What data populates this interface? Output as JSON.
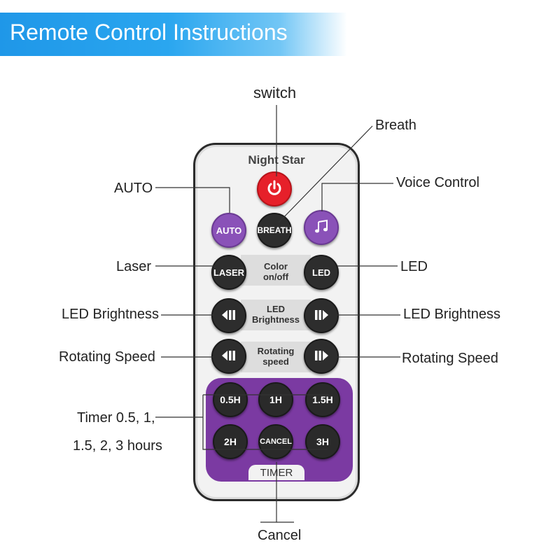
{
  "banner": {
    "title": "Remote Control Instructions"
  },
  "remote": {
    "brand": "Night Star",
    "buttons": {
      "auto": "AUTO",
      "breath": "BREATH",
      "laser": "LASER",
      "led": "LED",
      "timer_05": "0.5H",
      "timer_1": "1H",
      "timer_15": "1.5H",
      "timer_2": "2H",
      "cancel": "CANCEL",
      "timer_3": "3H"
    },
    "color_text": [
      "Color",
      "on/off"
    ],
    "led_brightness_text": [
      "LED",
      "Brightness"
    ],
    "rotating_speed_text": [
      "Rotating",
      "speed"
    ],
    "timer_label": "TIMER"
  },
  "labels": {
    "switch": "switch",
    "breath": "Breath",
    "auto": "AUTO",
    "voice_control": "Voice Control",
    "laser": "Laser",
    "led": "LED",
    "led_brightness_left": "LED Brightness",
    "led_brightness_right": "LED Brightness",
    "rotating_speed_left": "Rotating Speed",
    "rotating_speed_right": "Rotating Speed",
    "timer_line1": "Timer 0.5, 1,",
    "timer_line2": "1.5, 2, 3 hours",
    "cancel": "Cancel"
  },
  "icons": {
    "power": "power-icon",
    "music": "music-note-icon",
    "prev": "rewind-icon",
    "next": "fast-forward-icon"
  },
  "colors": {
    "banner": "#1f97e8",
    "purple": "#7b3aa2",
    "red": "#e6202a"
  }
}
